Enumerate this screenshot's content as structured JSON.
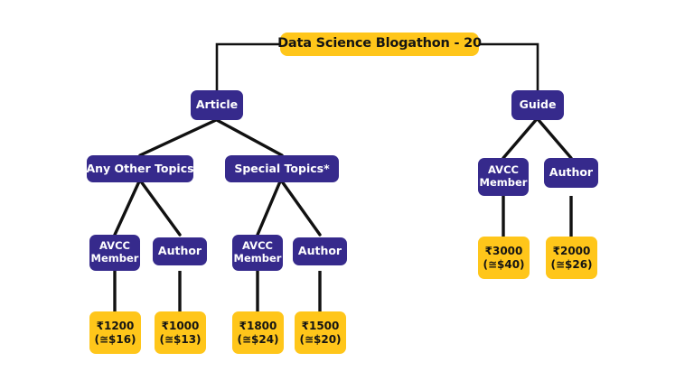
{
  "diagram": {
    "title": "Data Science Blogathon - 20",
    "type": "tree",
    "background_color": "#ffffff",
    "node_colors": {
      "root": "#ffc61a",
      "category": "#362a8c",
      "price": "#ffc61a",
      "edge": "#111111",
      "category_text": "#ffffff",
      "price_text": "#141414"
    },
    "nodes": {
      "root": {
        "label": "Data Science Blogathon - 20"
      },
      "article": {
        "label": "Article"
      },
      "guide": {
        "label": "Guide"
      },
      "any_other_topics": {
        "label": "Any Other Topics"
      },
      "special_topics": {
        "label": "Special Topics*"
      },
      "article_other_avcc": {
        "line1": "AVCC",
        "line2": "Member"
      },
      "article_other_author": {
        "line1": "Author"
      },
      "article_special_avcc": {
        "line1": "AVCC",
        "line2": "Member"
      },
      "article_special_author": {
        "line1": "Author"
      },
      "guide_avcc": {
        "line1": "AVCC",
        "line2": "Member"
      },
      "guide_author": {
        "line1": "Author"
      },
      "price_article_other_avcc": {
        "line1": "₹1200",
        "line2": "(≅$16)"
      },
      "price_article_other_author": {
        "line1": "₹1000",
        "line2": "(≅$13)"
      },
      "price_article_special_avcc": {
        "line1": "₹1800",
        "line2": "(≅$24)"
      },
      "price_article_special_author": {
        "line1": "₹1500",
        "line2": "(≅$20)"
      },
      "price_guide_avcc": {
        "line1": "₹3000",
        "line2": "(≅$40)"
      },
      "price_guide_author": {
        "line1": "₹2000",
        "line2": "(≅$26)"
      }
    }
  }
}
